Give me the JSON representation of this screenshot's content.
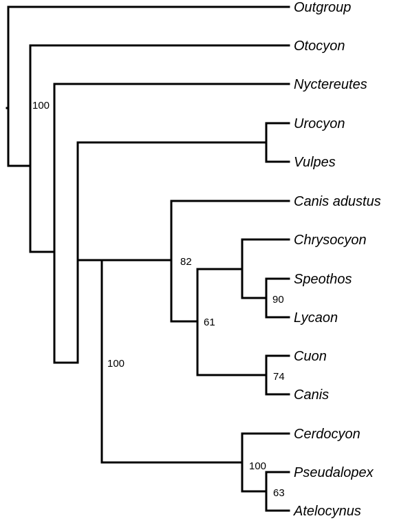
{
  "taxa": {
    "outgroup": "Outgroup",
    "otocyon": "Otocyon",
    "nyctereutes": "Nyctereutes",
    "urocyon": "Urocyon",
    "vulpes": "Vulpes",
    "canis_adustus": "Canis adustus",
    "chrysocyon": "Chrysocyon",
    "speothos": "Speothos",
    "lycaon": "Lycaon",
    "cuon": "Cuon",
    "canis": "Canis",
    "cerdocyon": "Cerdocyon",
    "pseudalopex": "Pseudalopex",
    "atelocynus": "Atelocynus"
  },
  "support": {
    "ingroup": "100",
    "canis_clade": "82",
    "chrysocyon_clade": "61",
    "speothos_lycaon": "90",
    "cuon_canis": "74",
    "large_clade": "100",
    "cerdocyon_clade": "100",
    "pseudalopex_atelocynus": "63"
  }
}
